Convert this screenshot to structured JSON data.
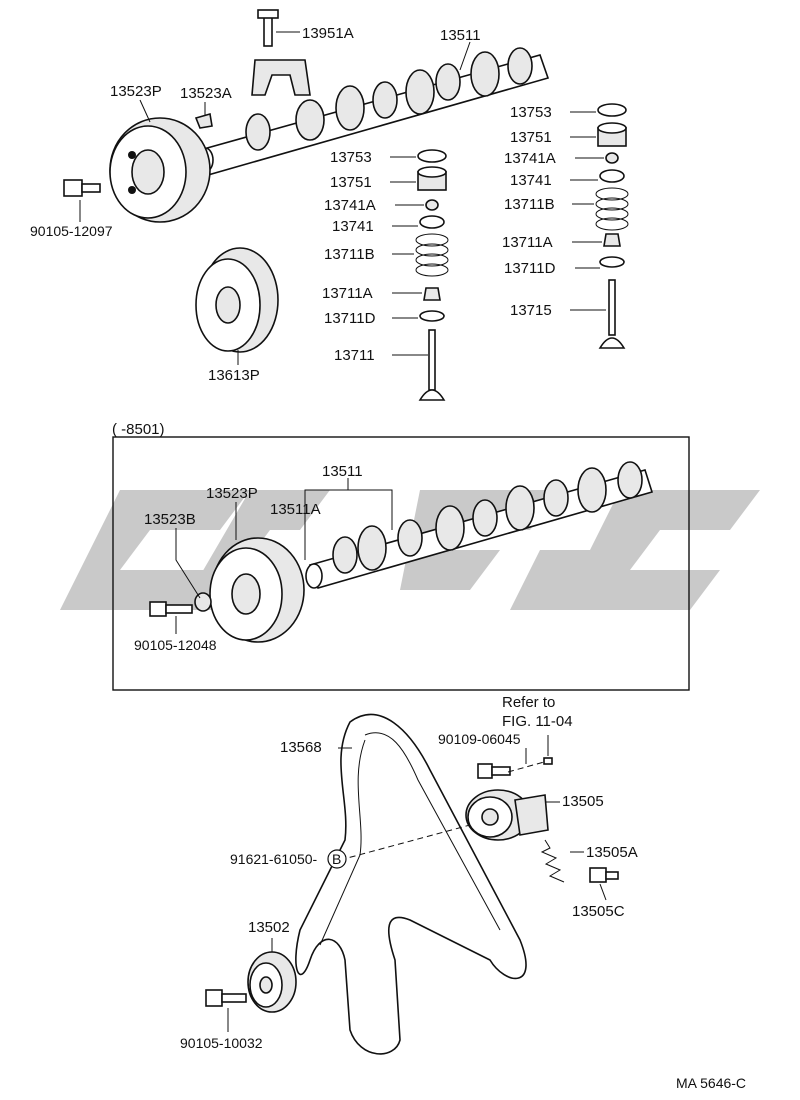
{
  "labels": {
    "p13951A": "13951A",
    "p13511_top": "13511",
    "p13523P_top": "13523P",
    "p13523A": "13523A",
    "p13753_l": "13753",
    "p13751_l": "13751",
    "p13741A_l": "13741A",
    "p13741_l": "13741",
    "p13711B_l": "13711B",
    "p13711A_l": "13711A",
    "p13711D_l": "13711D",
    "p13711": "13711",
    "p13753_r": "13753",
    "p13751_r": "13751",
    "p13741A_r": "13741A",
    "p13741_r": "13741",
    "p13711B_r": "13711B",
    "p13711A_r": "13711A",
    "p13711D_r": "13711D",
    "p13715": "13715",
    "p90105_12097": "90105-12097",
    "p13613P": "13613P",
    "box_header": "(         -8501)",
    "p13511_box": "13511",
    "p13523P_box": "13523P",
    "p13511A": "13511A",
    "p13523B": "13523B",
    "p90105_12048": "90105-12048",
    "refer_line1": "Refer to",
    "refer_line2": "FIG. 11-04",
    "p90109_06045": "90109-06045",
    "p13568": "13568",
    "p13505": "13505",
    "p91621_61050": "91621-61050-",
    "b_mark": "B",
    "p13505A": "13505A",
    "p13505C": "13505C",
    "p13502": "13502",
    "p90105_10032": "90105-10032",
    "code": "MA 5646-C"
  }
}
